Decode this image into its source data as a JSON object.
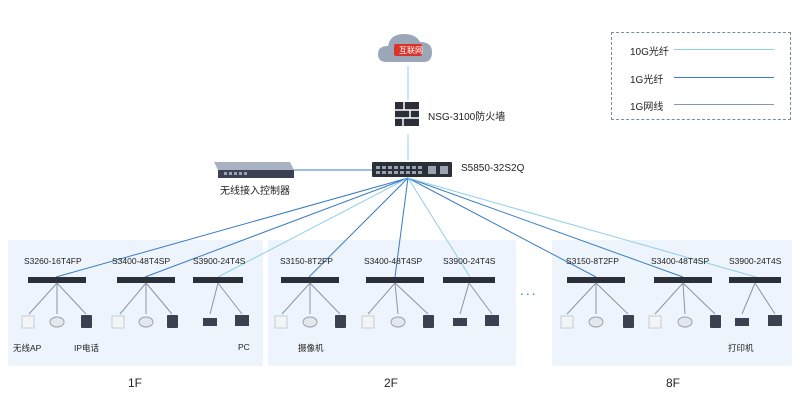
{
  "internet": {
    "label": "互联网"
  },
  "firewall": {
    "label": "NSG-3100防火墙"
  },
  "core_switch": {
    "label": "S5850-32S2Q"
  },
  "wireless_controller": {
    "label": "无线接入控制器"
  },
  "legend": {
    "items": [
      {
        "label": "10G光纤",
        "color": "#8fd0e8"
      },
      {
        "label": "1G光纤",
        "color": "#3a7cc2"
      },
      {
        "label": "1G网线",
        "color": "#8a94a6"
      }
    ]
  },
  "floors": [
    {
      "label": "1F",
      "switches": [
        "S3260-16T4FP",
        "S3400-48T4SP",
        "S3900-24T4S"
      ],
      "device_labels": [
        "无线AP",
        "IP电话",
        "PC"
      ]
    },
    {
      "label": "2F",
      "switches": [
        "S3150-8T2FP",
        "S3400-48T4SP",
        "S3900-24T4S"
      ],
      "device_labels": [
        "摄像机"
      ]
    },
    {
      "label": "8F",
      "switches": [
        "S3150-8T2FP",
        "S3400-48T4SP",
        "S3900-24T4S"
      ],
      "device_labels": [
        "打印机"
      ]
    }
  ],
  "ellipsis": "...",
  "colors": {
    "panel": "#eef4fb",
    "fiber10g": "#8fd0e8",
    "fiber1g": "#3a7cc2",
    "copper": "#8a94a6",
    "cloud": "#9ba7b8",
    "cloud_text_bg": "#d9342b"
  }
}
